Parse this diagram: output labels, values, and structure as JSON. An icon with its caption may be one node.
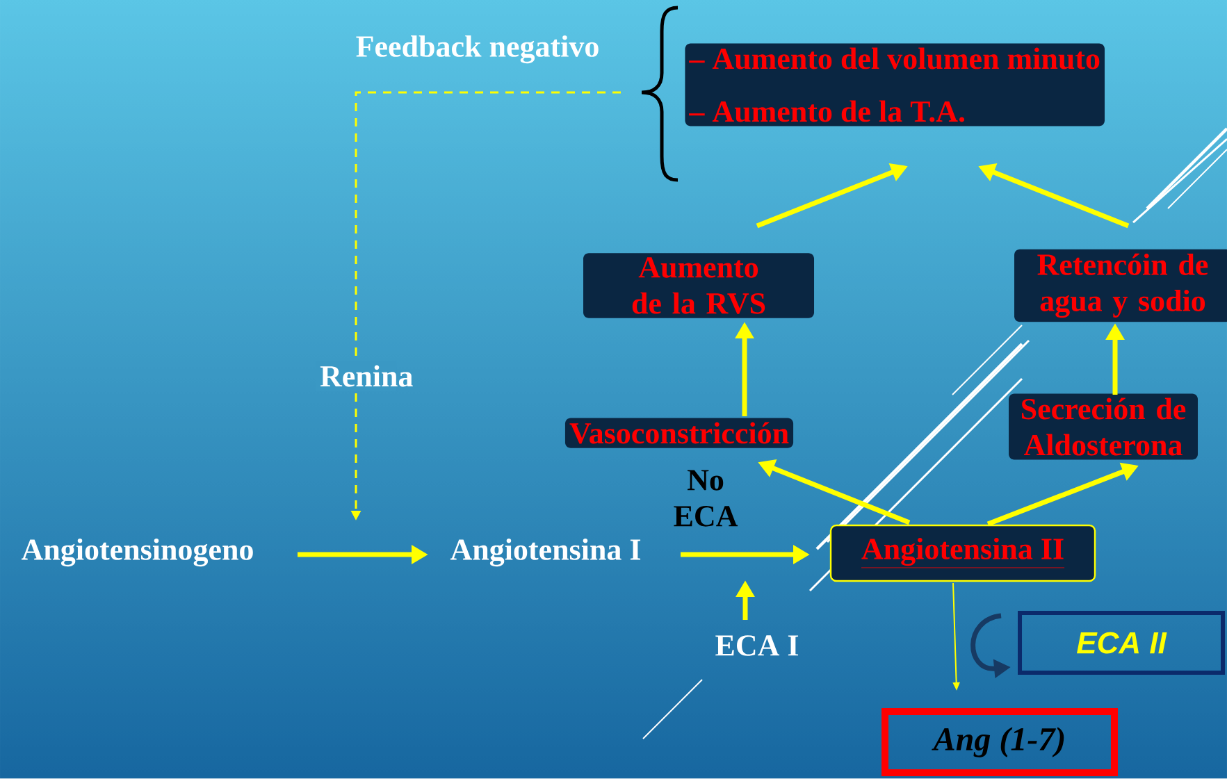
{
  "diagram": {
    "nodes": [
      {
        "text": [
          "– Aumento del volumen minuto",
          "– Aumento de la T.A."
        ]
      },
      {
        "text": [
          "Aumento de la RVS"
        ]
      },
      {
        "text": [
          "Retencóin de agua y sodio"
        ]
      },
      {
        "text": [
          "Vasoconstricción"
        ]
      },
      {
        "text": [
          "Secreción de Aldosterona"
        ]
      },
      {
        "text": [
          "Angiotensinogeno"
        ]
      },
      {
        "text": [
          "Angiotensina I"
        ]
      },
      {
        "text": [
          "Angiotensina II"
        ]
      },
      {
        "text": [
          "ECA I"
        ]
      },
      {
        "text": [
          "ECA II"
        ]
      },
      {
        "text": [
          "Ang (1-7)"
        ]
      }
    ],
    "edges": [
      {
        "from": 5,
        "to": 6,
        "arrow": "to"
      },
      {
        "from": 6,
        "to": 7,
        "arrow": "to",
        "label": "No ECA"
      },
      {
        "from": 7,
        "to": 3,
        "arrow": "to"
      },
      {
        "from": 7,
        "to": 4,
        "arrow": "to"
      },
      {
        "from": 3,
        "to": 1,
        "arrow": "to"
      },
      {
        "from": 4,
        "to": 2,
        "arrow": "to"
      },
      {
        "from": 1,
        "to": 0,
        "arrow": "to"
      },
      {
        "from": 2,
        "to": 0,
        "arrow": "to"
      },
      {
        "from": 8,
        "to": null,
        "arrow": "to"
      },
      {
        "from": 0,
        "to": null,
        "arrow": "to",
        "style": "dashed",
        "label": "Renina"
      },
      {
        "from": 7,
        "to": 10,
        "arrow": "to"
      },
      {
        "from": null,
        "to": 9,
        "arrow": "to",
        "color": "#173a63"
      }
    ],
    "labels": [
      "Feedback negativo"
    ]
  }
}
